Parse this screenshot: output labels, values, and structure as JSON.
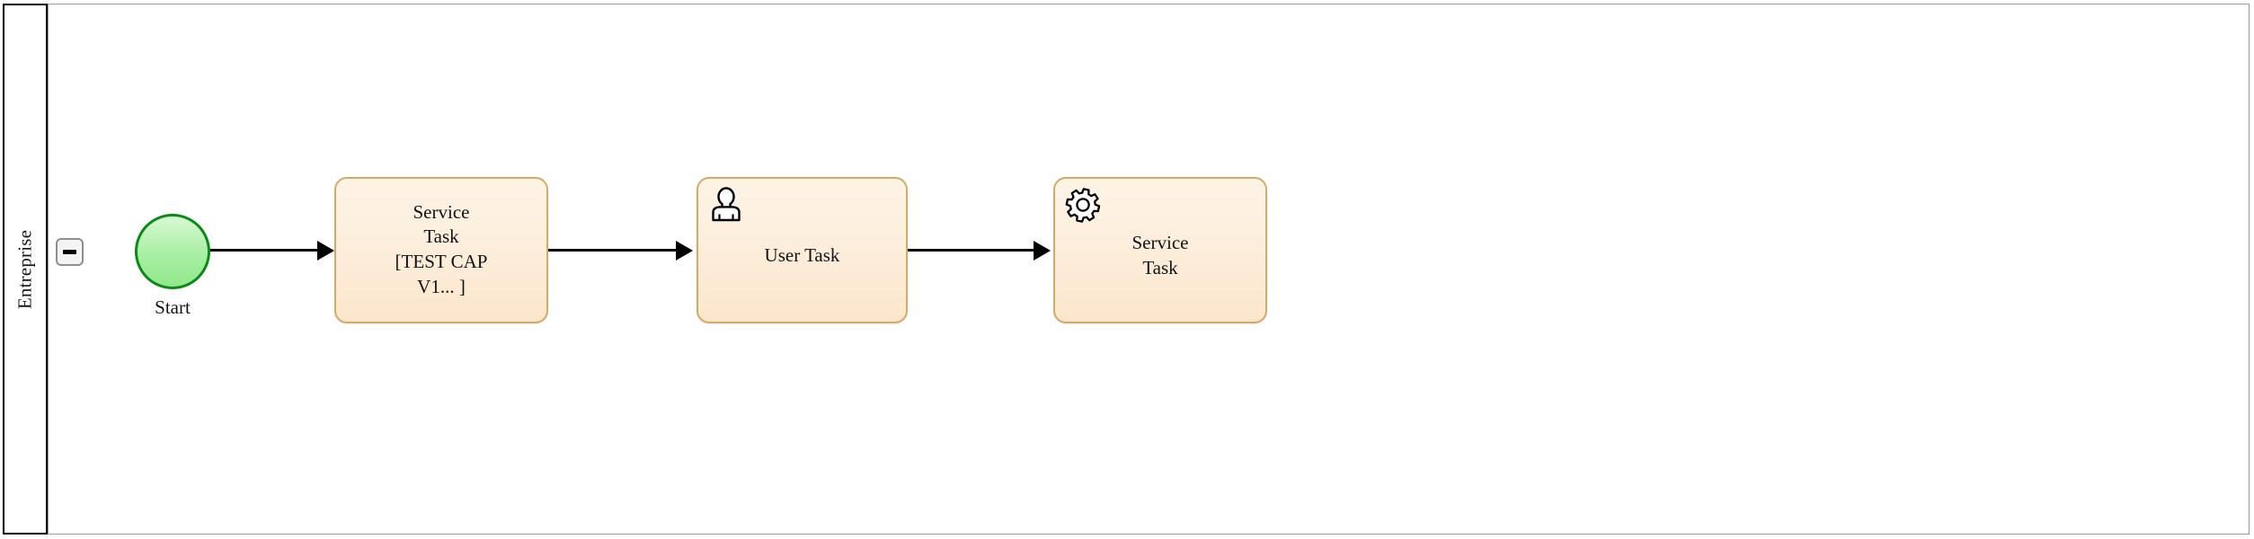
{
  "diagram": {
    "type": "bpmn-process",
    "pool": {
      "lane_label": "Entreprise",
      "collapse_button_label": "−",
      "collapse_icon": "minus-icon"
    },
    "nodes": [
      {
        "id": "start",
        "kind": "start-event",
        "label": "Start",
        "icon": "none",
        "fill": "#a8eea2",
        "stroke": "#0a8a17"
      },
      {
        "id": "service-task-1",
        "kind": "task",
        "label": "Service\nTask\n[TEST CAP\nV1... ]",
        "icon": "none",
        "fill": "#fcecd8",
        "stroke": "#d6a96b"
      },
      {
        "id": "user-task-1",
        "kind": "user-task",
        "label": "User Task",
        "icon": "user-icon",
        "fill": "#fcecd8",
        "stroke": "#d6a96b"
      },
      {
        "id": "service-task-2",
        "kind": "service-task",
        "label": "Service\nTask",
        "icon": "gear-icon",
        "fill": "#fcecd8",
        "stroke": "#d6a96b"
      }
    ],
    "flows": [
      {
        "id": "flow-1",
        "from": "start",
        "to": "service-task-1",
        "label": ""
      },
      {
        "id": "flow-2",
        "from": "service-task-1",
        "to": "user-task-1",
        "label": ""
      },
      {
        "id": "flow-3",
        "from": "user-task-1",
        "to": "service-task-2",
        "label": ""
      }
    ],
    "colors": {
      "task_fill": "#fcecd8",
      "task_stroke": "#d6a96b",
      "event_fill": "#a8eea2",
      "event_stroke": "#0a8a17",
      "flow_stroke": "#000000",
      "pool_stroke": "#000000",
      "lane_stroke": "#9a9a9a",
      "canvas_background": "#ffffff"
    }
  }
}
